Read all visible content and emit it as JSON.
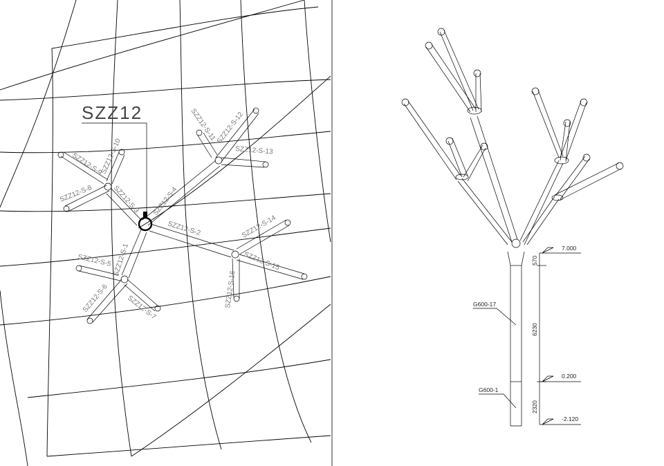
{
  "plan": {
    "callout": "SZZ12",
    "branch_labels": [
      "SZZ12-S-1",
      "SZZ12-S-2",
      "SZZ12-S-3",
      "SZZ12-S-4",
      "SZZ12-S-5",
      "SZZ12-S-6",
      "SZZ12-S-7",
      "SZZ12-S-8",
      "SZZ12-S-9",
      "SZZ12-S-10",
      "SZZ12-S-11",
      "SZZ12-S-12",
      "SZZ12-S-13",
      "SZZ12-S-14",
      "SZZ12-S-15",
      "SZZ12-S-16"
    ]
  },
  "elevation": {
    "levels": [
      "7.000",
      "0.200",
      "-2.120"
    ],
    "dimensions": [
      "570",
      "6230",
      "2320"
    ],
    "members": [
      "G600-17",
      "G600-1"
    ]
  }
}
